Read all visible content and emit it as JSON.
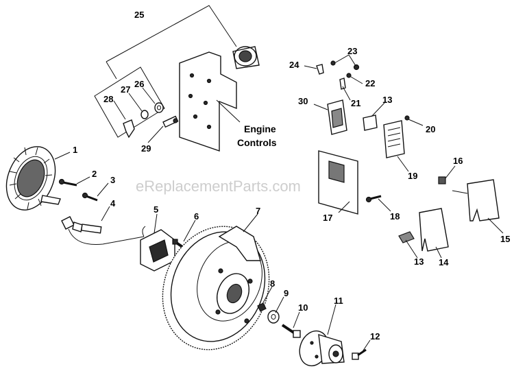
{
  "watermark": "eReplacementParts.com",
  "engine_controls_label": [
    "Engine",
    "Controls"
  ],
  "callouts": [
    "1",
    "2",
    "3",
    "4",
    "5",
    "6",
    "7",
    "8",
    "9",
    "10",
    "11",
    "12",
    "13",
    "13",
    "14",
    "15",
    "16",
    "17",
    "18",
    "19",
    "20",
    "21",
    "22",
    "23",
    "24",
    "25",
    "26",
    "27",
    "28",
    "29",
    "30"
  ]
}
